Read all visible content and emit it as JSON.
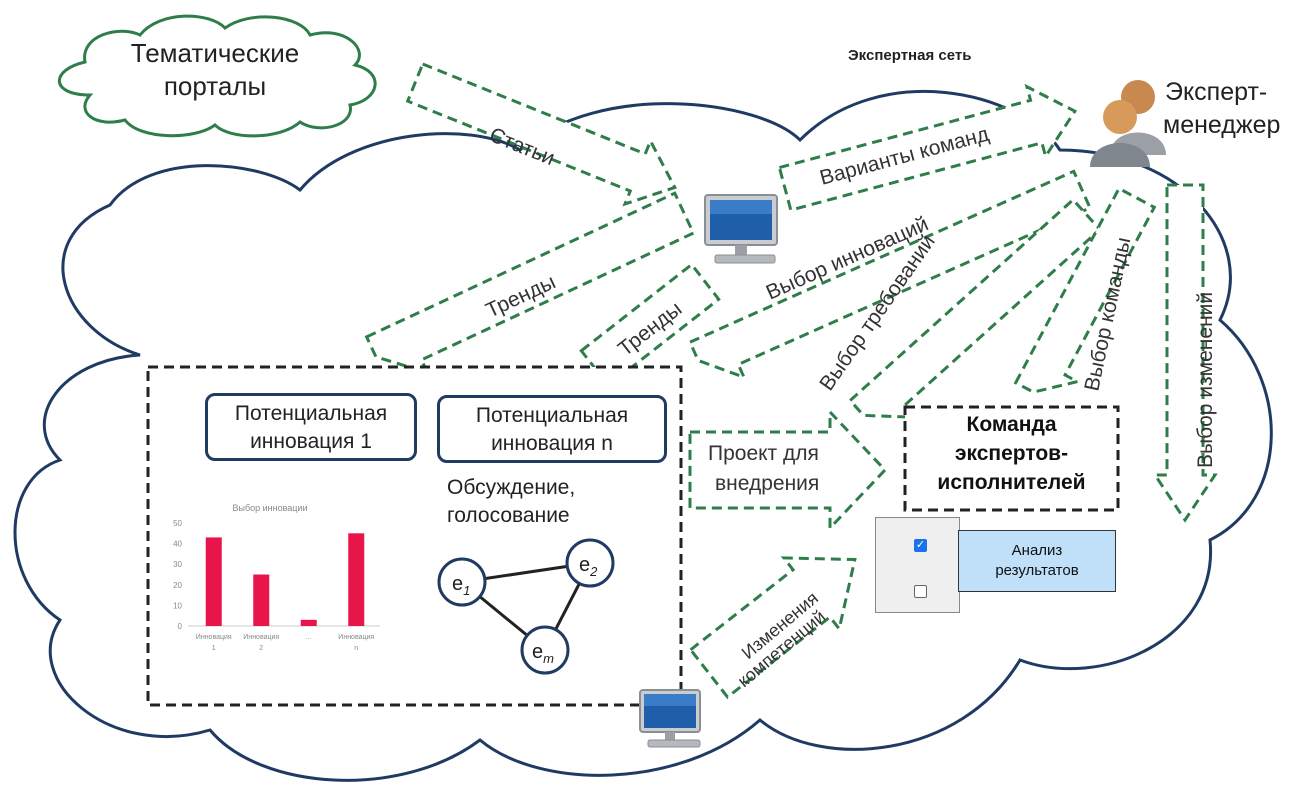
{
  "title": "Экспертная сеть",
  "portals": {
    "label_line1": "Тематические",
    "label_line2": "порталы"
  },
  "expert_manager": {
    "line1": "Эксперт-",
    "line2": "менеджер"
  },
  "arrows": {
    "articles": "Статьи",
    "team_variants": "Варианты команд",
    "trends_1": "Тренды",
    "trends_2": "Тренды",
    "innovation_choice": "Выбор инноваций",
    "requirements_choice": "Выбор требований",
    "team_choice": "Выбор команды",
    "changes_choice": "Выбор изменений",
    "project_line1": "Проект для",
    "project_line2": "внедрения",
    "competence_line1": "Изменения",
    "competence_line2": "компетенций"
  },
  "innovations": {
    "first_line1": "Потенциальная",
    "first_line2": "инновация 1",
    "last_line1": "Потенциальная",
    "last_line2": "инновация n",
    "discussion_line1": "Обсуждение,",
    "discussion_line2": "голосование"
  },
  "graph_nodes": [
    {
      "base": "e",
      "sub": "1"
    },
    {
      "base": "e",
      "sub": "2"
    },
    {
      "base": "e",
      "sub": "m"
    }
  ],
  "team": {
    "line1": "Команда",
    "line2": "экспертов-",
    "line3": "исполнителей"
  },
  "analysis": {
    "line1": "Анализ",
    "line2": "результатов"
  },
  "checkboxes": [
    {
      "checked": true
    },
    {
      "checked": false
    }
  ],
  "chart_data": {
    "type": "bar",
    "title": "Выбор инновации",
    "categories": [
      "Инновация 1",
      "Инновация 2",
      "...",
      "Инновация n"
    ],
    "values": [
      43,
      25,
      3,
      45
    ],
    "ylim": [
      0,
      50
    ],
    "yticks": [
      0,
      10,
      20,
      30,
      40,
      50
    ],
    "grid": false,
    "colors": {
      "bar": "#e8154b"
    }
  },
  "colors": {
    "arrow_border": "#2e7d4a",
    "box_border": "#1f3b63",
    "analysis_fill": "#bfe0f8",
    "cloud_border": "#1f3b63",
    "portal_border": "#2e7d4a"
  }
}
